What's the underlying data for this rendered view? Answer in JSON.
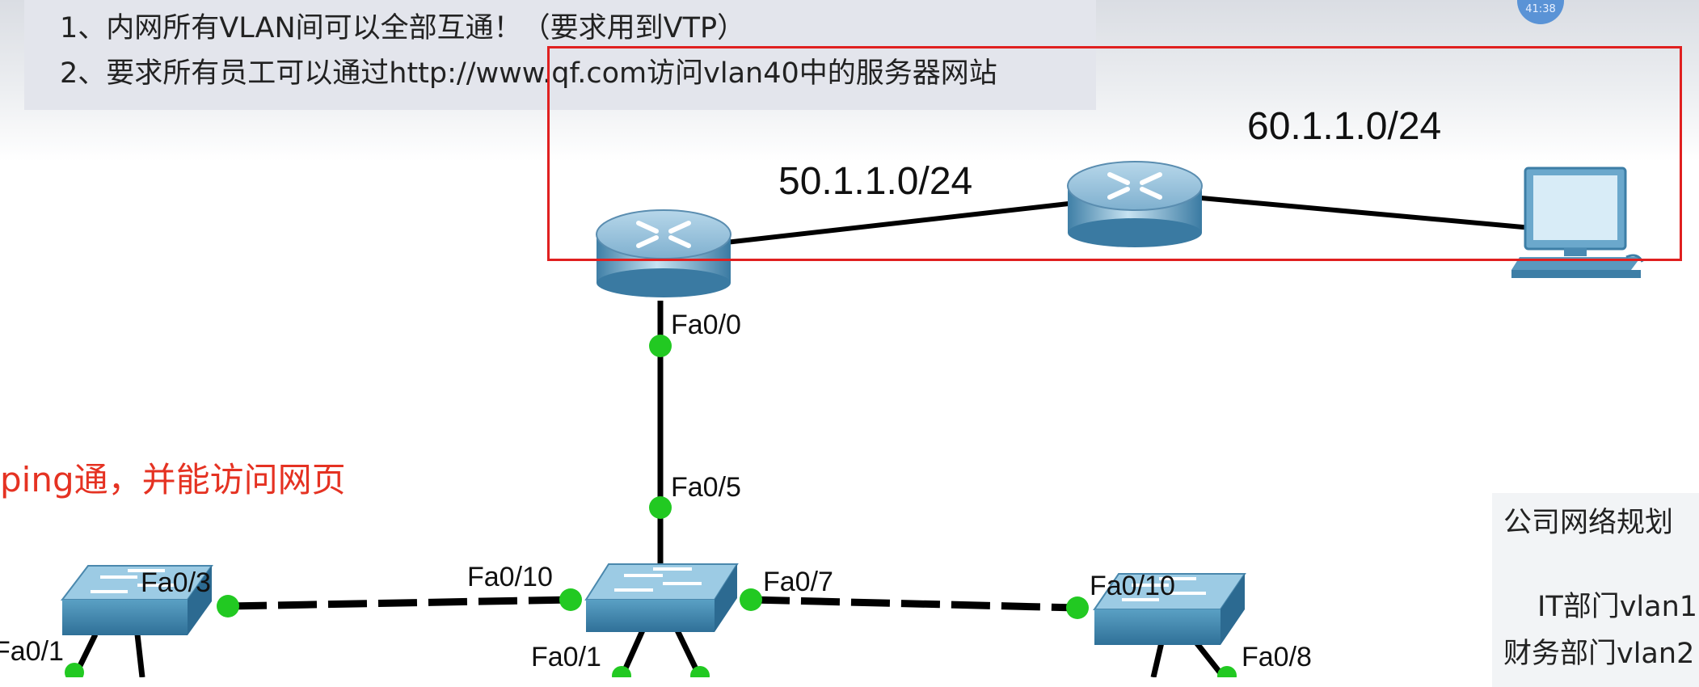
{
  "tasks": [
    "1、内网所有VLAN间可以全部互通！（要求用到VTP）",
    "2、要求所有员工可以通过http://www.qf.com访问vlan40中的服务器网站"
  ],
  "avatar_text": "41:38",
  "networks": {
    "left_link": "50.1.1.0/24",
    "right_link": "60.1.1.0/24"
  },
  "ports": {
    "router_down": "Fa0/0",
    "core_up": "Fa0/5",
    "core_left": "Fa0/10",
    "core_right": "Fa0/7",
    "core_down": "Fa0/1",
    "left_sw_right": "Fa0/3",
    "left_sw_down": "Fa0/1",
    "right_sw_left": "Fa0/10",
    "right_sw_down": "Fa0/8"
  },
  "note": "ping通，并能访问网页",
  "plan": {
    "title": "公司网络规划",
    "it": "IT部门vlan1",
    "finance": "财务部门vlan2"
  },
  "colors": {
    "frame": "#e02020",
    "note": "#e53222",
    "port_dot": "#22c922",
    "device": "#5aa0c4"
  }
}
